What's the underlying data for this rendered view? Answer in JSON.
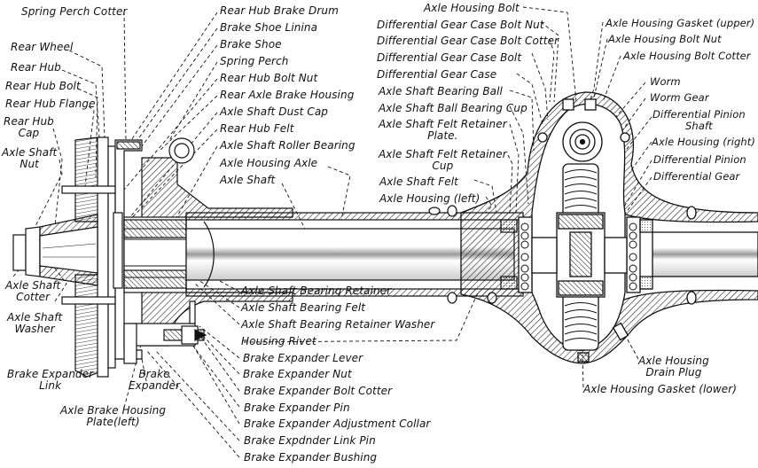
{
  "diagram": {
    "subject": "Rear axle assembly with worm drive differential (sectional view)",
    "labels_left": [
      {
        "id": "spring-perch-cotter",
        "text": "Spring Perch Cotter"
      },
      {
        "id": "rear-wheel",
        "text": "Rear Wheel"
      },
      {
        "id": "rear-hub",
        "text": "Rear Hub"
      },
      {
        "id": "rear-hub-bolt",
        "text": "Rear Hub Bolt"
      },
      {
        "id": "rear-hub-flange",
        "text": "Rear Hub Flange"
      },
      {
        "id": "rear-hub-cap",
        "text": "Rear Hub\nCap"
      },
      {
        "id": "axle-shaft-nut",
        "text": "Axle Shaft\nNut"
      },
      {
        "id": "axle-shaft-cotter",
        "text": "Axle Shaft\nCotter"
      },
      {
        "id": "axle-shaft-washer",
        "text": "Axle Shaft\nWasher"
      },
      {
        "id": "brake-expander-link",
        "text": "Brake Expander\nLink"
      },
      {
        "id": "brake-expander",
        "text": "Brake\nExpander"
      },
      {
        "id": "axle-brake-housing-plate-left",
        "text": "Axle Brake Housing\nPlate(left)"
      }
    ],
    "labels_upper_middle": [
      {
        "id": "rear-hub-brake-drum",
        "text": "Rear Hub Brake Drum"
      },
      {
        "id": "brake-shoe-lining",
        "text": "Brake Shoe Linina"
      },
      {
        "id": "brake-shoe",
        "text": "Brake Shoe"
      },
      {
        "id": "spring-perch",
        "text": "Spring Perch"
      },
      {
        "id": "rear-hub-bolt-nut",
        "text": "Rear Hub Bolt Nut"
      },
      {
        "id": "rear-axle-brake-housing",
        "text": "Rear Axle Brake Housing"
      },
      {
        "id": "axle-shaft-dust-cap",
        "text": "Axle Shaft Dust Cap"
      },
      {
        "id": "rear-hub-felt",
        "text": "Rear Hub Felt"
      },
      {
        "id": "axle-shaft-roller-bearing",
        "text": "Axle Shaft Roller Bearing"
      },
      {
        "id": "axle-housing-axle",
        "text": "Axle Housing Axle"
      },
      {
        "id": "axle-shaft",
        "text": "Axle Shaft"
      }
    ],
    "labels_upper_right": [
      {
        "id": "axle-housing-bolt",
        "text": "Axle Housing Bolt"
      },
      {
        "id": "differential-gear-case-bolt-nut",
        "text": "Differential Gear Case Bolt Nut"
      },
      {
        "id": "differential-gear-case-bolt-cotter",
        "text": "Differential Gear Case Bolt Cotter"
      },
      {
        "id": "differential-gear-case-bolt",
        "text": "Differential Gear Case Bolt"
      },
      {
        "id": "differential-gear-case",
        "text": "Differential Gear Case"
      },
      {
        "id": "axle-shaft-bearing-ball",
        "text": "Axle Shaft Bearing Ball"
      },
      {
        "id": "axle-shaft-ball-bearing-cup",
        "text": "Axle Shaft Ball Bearing Cup"
      },
      {
        "id": "axle-shaft-felt-retainer-plate",
        "text": "Axle Shaft Felt Retainer\nPlate."
      },
      {
        "id": "axle-shaft-felt-retainer-cup",
        "text": "Axle Shaft Felt Retainer\nCup"
      },
      {
        "id": "axle-shaft-felt",
        "text": "Axle Shaft Felt"
      },
      {
        "id": "axle-housing-left",
        "text": "Axle Housing (left)"
      }
    ],
    "labels_far_right": [
      {
        "id": "axle-housing-gasket-upper",
        "text": "Axle Housing Gasket (upper)"
      },
      {
        "id": "axle-housing-bolt-nut",
        "text": "Axle Housing Bolt Nut"
      },
      {
        "id": "axle-housing-bolt-cotter",
        "text": "Axle Housing Bolt Cotter"
      },
      {
        "id": "worm",
        "text": "Worm"
      },
      {
        "id": "worm-gear",
        "text": "Worm Gear"
      },
      {
        "id": "differential-pinion-shaft",
        "text": "Differential Pinion\nShaft"
      },
      {
        "id": "axle-housing-right",
        "text": "Axle Housing (right)"
      },
      {
        "id": "differential-pinion",
        "text": "Differential Pinion"
      },
      {
        "id": "differential-gear",
        "text": "Differential Gear"
      },
      {
        "id": "axle-housing-drain-plug",
        "text": "Axle Housing\nDrain Plug"
      },
      {
        "id": "axle-housing-gasket-lower",
        "text": "Axle Housing Gasket (lower)"
      }
    ],
    "labels_lower_middle": [
      {
        "id": "axle-shaft-bearing-retainer",
        "text": "Axle Shaft Bearing Retainer"
      },
      {
        "id": "axle-shaft-bearing-felt",
        "text": "Axle Shaft Bearing Felt"
      },
      {
        "id": "axle-shaft-bearing-retainer-washer",
        "text": "Axle Shaft Bearing Retainer Washer"
      },
      {
        "id": "housing-rivet",
        "text": "Housing Rivet"
      },
      {
        "id": "brake-expander-lever",
        "text": "Brake Expander Lever"
      },
      {
        "id": "brake-expander-nut",
        "text": "Brake Expander Nut"
      },
      {
        "id": "brake-expander-bolt-cotter",
        "text": "Brake Expander Bolt Cotter"
      },
      {
        "id": "brake-expander-pin",
        "text": "Brake Expander Pin"
      },
      {
        "id": "brake-expander-adjustment-collar",
        "text": "Brake Expander Adjustment Collar"
      },
      {
        "id": "brake-expander-link-pin",
        "text": "Brake Expdnder Link Pin"
      },
      {
        "id": "brake-expander-bushing",
        "text": "Brake Expander Bushing"
      }
    ]
  }
}
